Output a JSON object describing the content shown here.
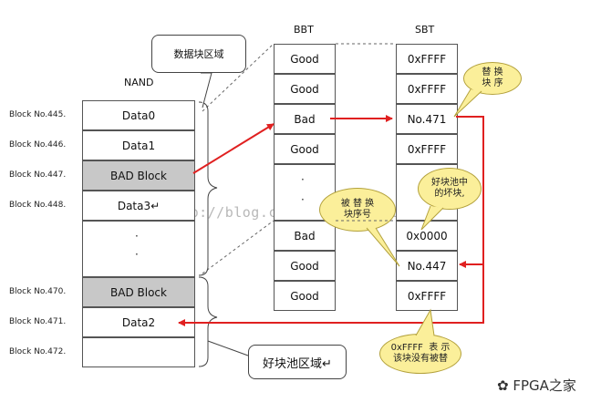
{
  "nand": {
    "title": "NAND",
    "rows": [
      {
        "label": "Block  No.445.",
        "content": "Data0",
        "bad": false
      },
      {
        "label": "Block  No.446.",
        "content": "Data1",
        "bad": false
      },
      {
        "label": "Block  No.447.",
        "content": "BAD Block",
        "bad": true
      },
      {
        "label": "Block  No.448.",
        "content": "Data3↵",
        "bad": false
      },
      {
        "label": "",
        "content": "",
        "bad": false
      },
      {
        "label": "Block  No.470.",
        "content": "BAD Block",
        "bad": true
      },
      {
        "label": "Block  No.471.",
        "content": "Data2",
        "bad": false
      },
      {
        "label": "Block  No.472.",
        "content": "",
        "bad": false
      }
    ]
  },
  "bbt": {
    "title": "BBT",
    "rows": [
      "Good",
      "Good",
      "Bad",
      "Good",
      "",
      "Bad",
      "Good",
      "Good"
    ]
  },
  "sbt": {
    "title": "SBT",
    "rows": [
      "0xFFFF",
      "0xFFFF",
      "No.471",
      "0xFFFF",
      "",
      "0x0000",
      "No.447",
      "0xFFFF"
    ]
  },
  "callouts": {
    "data_area": "数据块区域",
    "good_pool": "好块池区域↵"
  },
  "bubbles": {
    "replace": "替 换\n块 序",
    "pool_bad": "好块池中\n的坏块,",
    "replaced_no": "被 替 换\n块序号",
    "ffff_note": "0xFFFF  表 示\n该块没有被替"
  },
  "watermark": "http://blog.csdn.net/xiaopingluo",
  "logo": "FPGA之家",
  "colors": {
    "arrow": "#e02020",
    "bad_fill": "#c8c8c8",
    "bubble": "#fbef9a"
  }
}
